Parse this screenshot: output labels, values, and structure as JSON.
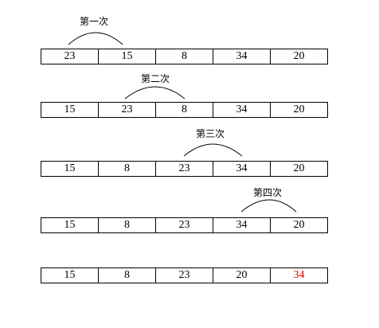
{
  "passes": [
    {
      "label": "第一次",
      "cells": [
        "23",
        "15",
        "8",
        "34",
        "20"
      ]
    },
    {
      "label": "第二次",
      "cells": [
        "15",
        "23",
        "8",
        "34",
        "20"
      ]
    },
    {
      "label": "第三次",
      "cells": [
        "15",
        "8",
        "23",
        "34",
        "20"
      ]
    },
    {
      "label": "第四次",
      "cells": [
        "15",
        "8",
        "23",
        "34",
        "20"
      ]
    },
    {
      "label": "",
      "cells": [
        "15",
        "8",
        "23",
        "20",
        "34"
      ]
    }
  ],
  "colors": {
    "highlight": "#e00000",
    "text": "#000000"
  }
}
